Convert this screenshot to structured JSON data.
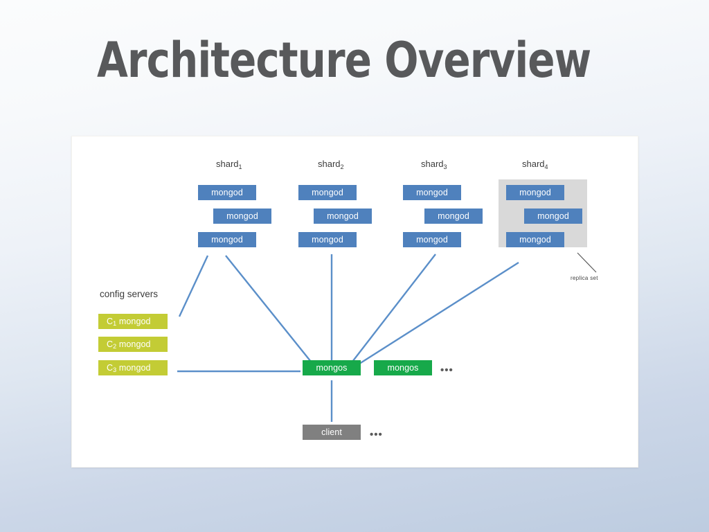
{
  "slide": {
    "title": "Architecture Overview"
  },
  "diagram": {
    "config_servers_label": "config servers",
    "replica_set_label": "replica set",
    "ellipsis": "•••",
    "shards": [
      {
        "label": "shard",
        "subscript": "1",
        "nodes": [
          "mongod",
          "mongod",
          "mongod"
        ]
      },
      {
        "label": "shard",
        "subscript": "2",
        "nodes": [
          "mongod",
          "mongod",
          "mongod"
        ]
      },
      {
        "label": "shard",
        "subscript": "3",
        "nodes": [
          "mongod",
          "mongod",
          "mongod"
        ]
      },
      {
        "label": "shard",
        "subscript": "4",
        "nodes": [
          "mongod",
          "mongod",
          "mongod"
        ],
        "highlighted": true
      }
    ],
    "config_servers": [
      {
        "prefix": "C",
        "subscript": "1",
        "name": "mongod"
      },
      {
        "prefix": "C",
        "subscript": "2",
        "name": "mongod"
      },
      {
        "prefix": "C",
        "subscript": "3",
        "name": "mongod"
      }
    ],
    "routers": [
      "mongos",
      "mongos"
    ],
    "client": "client",
    "colors": {
      "mongod": "#4f81bd",
      "mongos": "#17a94a",
      "config_server": "#c3cc35",
      "client": "#808080",
      "connector": "#5b8fc9",
      "replica_set_highlight": "#d9d9d9",
      "title": "#58595b"
    }
  }
}
